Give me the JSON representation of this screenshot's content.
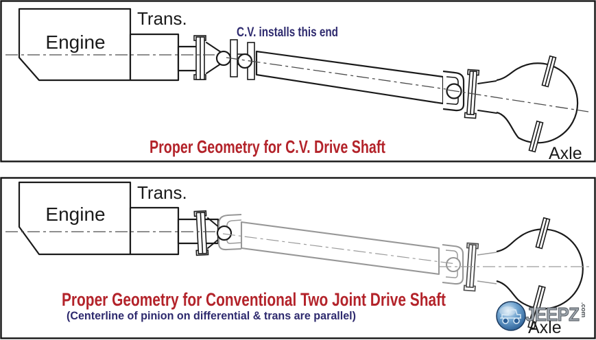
{
  "colors": {
    "title_red": "#b3232a",
    "note_indigo": "#2e2a6e",
    "ink": "#1a1a1a",
    "ghost_gray": "#979797",
    "logo_blue": "#4a7fb5"
  },
  "top_panel": {
    "engine": "Engine",
    "trans": "Trans.",
    "cv_note": "C.V. installs this end",
    "title": "Proper Geometry for C.V. Drive Shaft",
    "axle": "Axle"
  },
  "bottom_panel": {
    "engine": "Engine",
    "trans": "Trans.",
    "title": "Proper Geometry for Conventional Two Joint Drive Shaft",
    "subtitle": "(Centerline of pinion on differential & trans are parallel)",
    "axle": "Axle"
  },
  "logo": {
    "brand": "JEEPZ",
    "tld": ".com"
  }
}
